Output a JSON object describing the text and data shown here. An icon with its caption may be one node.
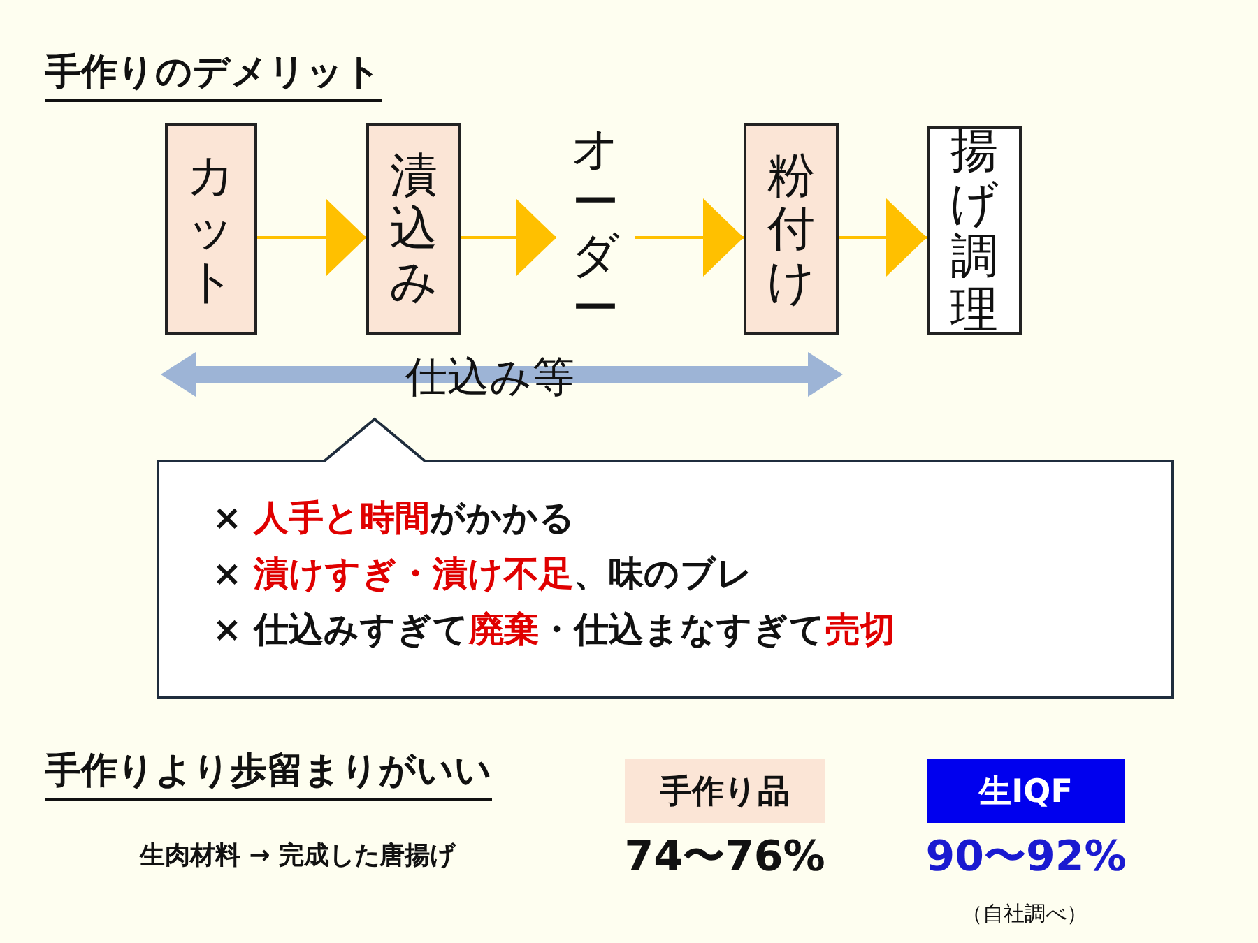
{
  "diagram": {
    "title": "手作りのデメリット",
    "nodes": [
      {
        "text": [
          "カット"
        ]
      },
      {
        "text": [
          "漬込み"
        ]
      },
      {
        "text": [
          "オーダー"
        ]
      },
      {
        "text": [
          "粉付け"
        ]
      },
      {
        "text": [
          "揚げ調理"
        ]
      },
      {
        "text": [
          "× **人手と時間**がかかる",
          "× **漬けすぎ・漬け不足**、味のブレ",
          "× 仕込みすぎて**廃棄**・仕込まなすぎて**売切**"
        ]
      },
      {
        "text": [
          "手作り品"
        ],
        "beside": [
          "74〜76%"
        ]
      },
      {
        "text": [
          "生IQF"
        ],
        "beside": [
          "90〜92%"
        ]
      }
    ],
    "edges": [
      {
        "from": 0,
        "to": 1,
        "arrow": "to"
      },
      {
        "from": 1,
        "to": 2,
        "arrow": "to"
      },
      {
        "from": 2,
        "to": 3,
        "arrow": "to"
      },
      {
        "from": 3,
        "to": 4,
        "arrow": "to"
      }
    ],
    "labels": [
      "仕込み等",
      "手作りより歩留まりがいい",
      "生肉材料 → 完成した唐揚げ",
      "（自社調べ）"
    ]
  }
}
